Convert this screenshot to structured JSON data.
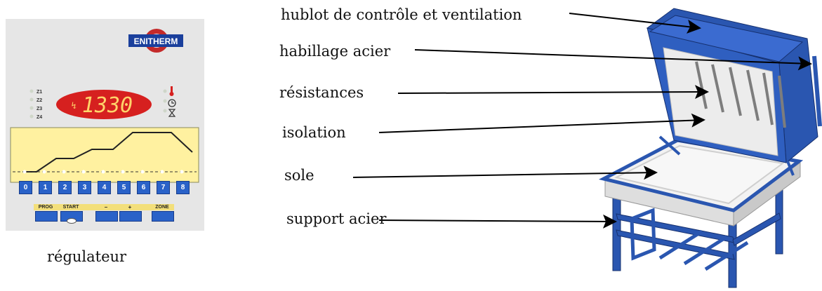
{
  "regulator": {
    "brand": "ENITHERM",
    "display_value": "1330",
    "zones": [
      "Z1",
      "Z2",
      "Z3",
      "Z4"
    ],
    "program_buttons": [
      "0",
      "1",
      "2",
      "3",
      "4",
      "5",
      "6",
      "7",
      "8"
    ],
    "control_buttons": [
      "PROG",
      "START",
      "–",
      "+",
      "ZONE"
    ],
    "caption": "régulateur"
  },
  "labels": {
    "hublot": "hublot de contrôle et ventilation",
    "habillage": "habillage acier",
    "resistances": "résistances",
    "isolation": "isolation",
    "sole": "sole",
    "support": "support acier"
  },
  "colors": {
    "panel": "#e6e6e6",
    "display_red": "#d6201f",
    "graph_yellow": "#fff1a0",
    "button_blue": "#2a62c8",
    "frame_blue": "#2a56b0",
    "insulation": "#eeeeee"
  }
}
